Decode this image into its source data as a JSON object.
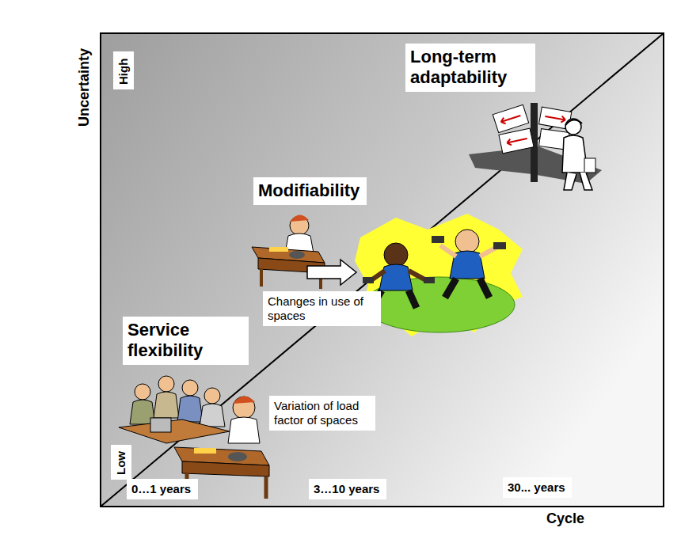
{
  "diagram": {
    "nodes": [
      {
        "text": [
          "High"
        ]
      },
      {
        "text": [
          "Long-term adaptability"
        ]
      },
      {
        "text": [
          "Modifiability"
        ]
      },
      {
        "text": [
          "Changes in use of spaces"
        ]
      },
      {
        "text": [
          "Service flexibility"
        ]
      },
      {
        "text": [
          "Variation of load factor of spaces"
        ]
      },
      {
        "text": [
          "Low"
        ]
      },
      {
        "text": [
          "0…1 years"
        ]
      },
      {
        "text": [
          "3…10 years"
        ]
      },
      {
        "text": [
          "30... years"
        ]
      }
    ],
    "labels": [
      "Uncertainty",
      "Cycle"
    ]
  }
}
